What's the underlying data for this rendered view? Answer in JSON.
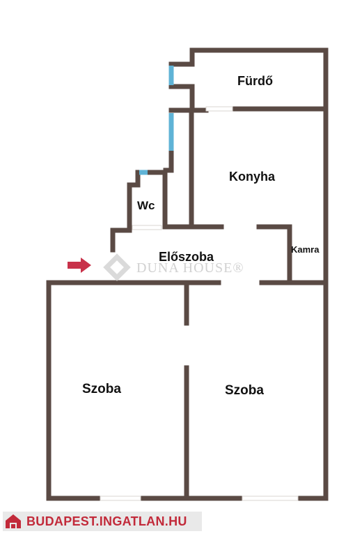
{
  "rooms": {
    "furdo": "Fürdő",
    "konyha": "Konyha",
    "wc": "Wc",
    "eloszoba": "Előszoba",
    "kamra": "Kamra",
    "szoba_left": "Szoba",
    "szoba_right": "Szoba"
  },
  "watermark": {
    "text": "DUNA HOUSE®"
  },
  "footer": {
    "site": "BUDAPEST.INGATLAN.HU"
  },
  "colors": {
    "wall": "#5a4a44",
    "window": "#5fb3d6",
    "arrow": "#c8324a",
    "footer_text": "#c22a3a"
  },
  "icons": {
    "entrance": "arrow-right-icon",
    "watermark_logo": "duna-house-logo",
    "footer_logo": "house-logo-icon"
  }
}
